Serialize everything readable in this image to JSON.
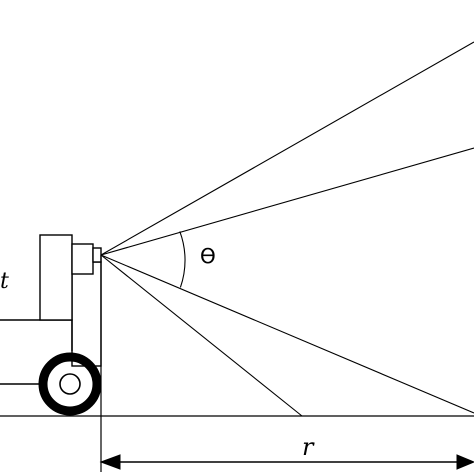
{
  "labels": {
    "height": "t",
    "angle": "ϴ",
    "range": "r"
  },
  "colors": {
    "ink": "#000000",
    "background": "#ffffff"
  }
}
